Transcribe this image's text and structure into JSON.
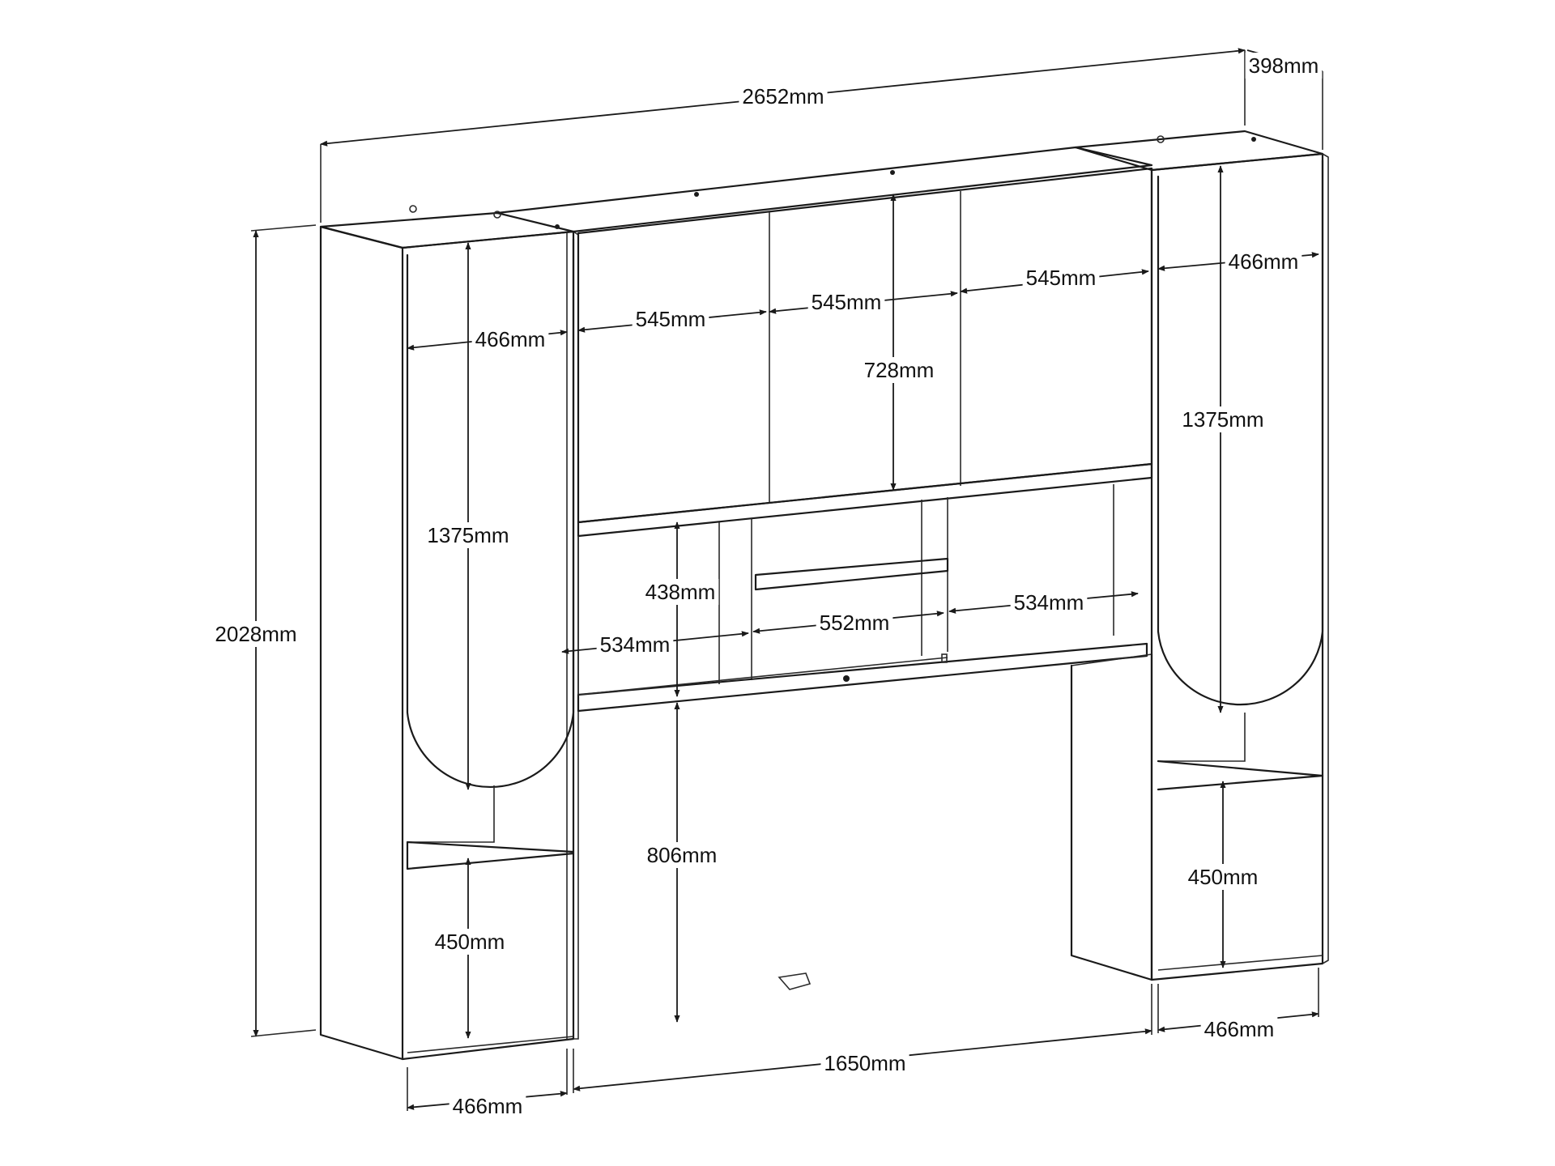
{
  "diagram": {
    "colors": {
      "line": "#1a1a1a",
      "background": "#ffffff",
      "label": "#111111"
    },
    "dimensions": {
      "total_width": "2652mm",
      "depth": "398mm",
      "total_height": "2028mm",
      "left_column_width_top": "466mm",
      "left_column_width_bottom": "466mm",
      "left_arch_height": "1375mm",
      "left_base_height": "450mm",
      "top_cabinet_1_width": "545mm",
      "top_cabinet_2_width": "545mm",
      "top_cabinet_3_width": "545mm",
      "top_cabinet_height": "728mm",
      "shelf_height": "438mm",
      "shelf_left_width": "534mm",
      "shelf_mid_width": "552mm",
      "shelf_right_width": "534mm",
      "bed_clearance_height": "806mm",
      "bridge_width": "1650mm",
      "right_column_width_top": "466mm",
      "right_column_width_bottom": "466mm",
      "right_arch_height": "1375mm",
      "right_base_height": "450mm"
    }
  }
}
